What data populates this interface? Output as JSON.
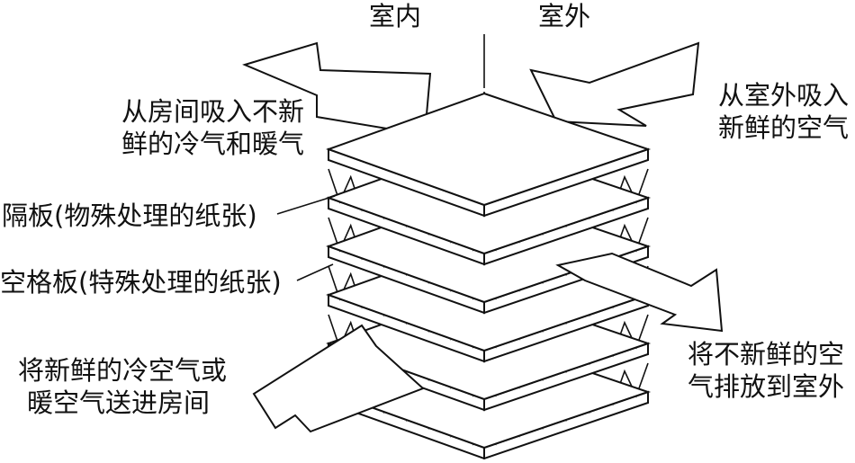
{
  "header": {
    "indoor": "室内",
    "outdoor": "室外"
  },
  "labels": {
    "stale_in_line1": "从房间吸入不新",
    "stale_in_line2": "鲜的冷气和暖气",
    "fresh_in_line1": "从室外吸入",
    "fresh_in_line2": "新鲜的空气",
    "partition": "隔板(物殊处理的纸张)",
    "spacer": "空格板(特殊处理的纸张)",
    "fresh_out_line1": "将新鲜的冷空气或",
    "fresh_out_line2": "暖空气送进房间",
    "stale_out_line1": "将不新鲜的空",
    "stale_out_line2": "气排放到室外"
  },
  "colors": {
    "ink": "#111111",
    "background": "#ffffff"
  }
}
